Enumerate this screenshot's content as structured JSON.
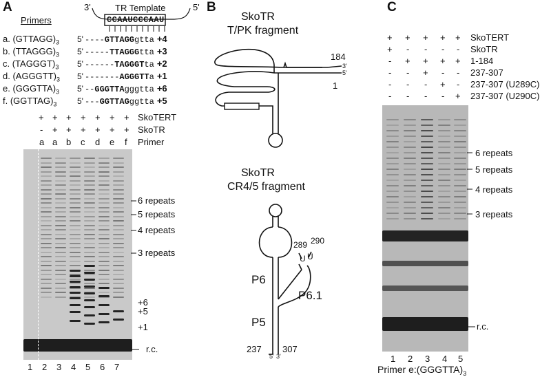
{
  "figure": {
    "panel_a": {
      "letter": "A",
      "primers_header": "Primers",
      "template_label": "TR Template",
      "template_end_left": "3'",
      "template_end_right": "5'",
      "template_seq": "CCAAUCCCAAU",
      "primers": [
        {
          "label": "a. (GTTAGG)",
          "sub": "3",
          "five": "5'",
          "dash": "----",
          "bold": "GTTAGG",
          "tail": "gtta",
          "offset": "+4"
        },
        {
          "label": "b. (TTAGGG)",
          "sub": "3",
          "five": "5'",
          "dash": "-----",
          "bold": "TTAGGG",
          "tail": "tta",
          "offset": "+3"
        },
        {
          "label": "c. (TAGGGT)",
          "sub": "3",
          "five": "5'",
          "dash": "------",
          "bold": "TAGGGT",
          "tail": "ta",
          "offset": "+2"
        },
        {
          "label": "d. (AGGGTT)",
          "sub": "3",
          "five": "5'",
          "dash": "-------",
          "bold": "AGGGTT",
          "tail": "a",
          "offset": "+1"
        },
        {
          "label": "e. (GGGTTA)",
          "sub": "3",
          "five": "5'",
          "dash": "--",
          "bold": "GGGTTA",
          "tail": "gggtta",
          "offset": "+6"
        },
        {
          "label": "f. (GGTTAG)",
          "sub": "3",
          "five": "5'",
          "dash": "---",
          "bold": "GGTTAG",
          "tail": "ggtta",
          "offset": "+5"
        }
      ],
      "rows": [
        {
          "label": "SkoTERT",
          "marks": [
            "+",
            "+",
            "+",
            "+",
            "+",
            "+",
            "+"
          ]
        },
        {
          "label": "SkoTR",
          "marks": [
            "-",
            "+",
            "+",
            "+",
            "+",
            "+",
            "+"
          ]
        },
        {
          "label": "Primer",
          "marks": [
            "a",
            "a",
            "b",
            "c",
            "d",
            "e",
            "f"
          ]
        }
      ],
      "repeat_labels": [
        "6 repeats",
        "5 repeats",
        "4 repeats",
        "3 repeats"
      ],
      "offset_labels": [
        "+6",
        "+5",
        "+1"
      ],
      "rc_label": "r.c.",
      "lanes": [
        "1",
        "2",
        "3",
        "4",
        "5",
        "6",
        "7"
      ]
    },
    "panel_b": {
      "letter": "B",
      "tpk_title_1": "SkoTR",
      "tpk_title_2": "T/PK fragment",
      "tpk_n184": "184",
      "tpk_n1": "1",
      "tpk_three": "3'",
      "tpk_five": "5'",
      "cr_title_1": "SkoTR",
      "cr_title_2": "CR4/5 fragment",
      "n289": "289",
      "n290": "290",
      "u_label": "U",
      "p6": "P6",
      "p61": "P6.1",
      "p5": "P5",
      "n237": "237",
      "n307": "307",
      "cr_five": "5'",
      "cr_three": "3'"
    },
    "panel_c": {
      "letter": "C",
      "rows": [
        {
          "label": "SkoTERT",
          "marks": [
            "+",
            "+",
            "+",
            "+",
            "+"
          ]
        },
        {
          "label": "SkoTR",
          "marks": [
            "+",
            "-",
            "-",
            "-",
            "-"
          ]
        },
        {
          "label": "1-184",
          "marks": [
            "-",
            "+",
            "+",
            "+",
            "+"
          ]
        },
        {
          "label": "237-307",
          "marks": [
            "-",
            "-",
            "+",
            "-",
            "-"
          ]
        },
        {
          "label": "237-307 (U289C)",
          "marks": [
            "-",
            "-",
            "-",
            "+",
            "-"
          ]
        },
        {
          "label": "237-307 (U290C)",
          "marks": [
            "-",
            "-",
            "-",
            "-",
            "+"
          ]
        }
      ],
      "repeat_labels": [
        "6 repeats",
        "5 repeats",
        "4 repeats",
        "3 repeats"
      ],
      "rc_label": "r.c.",
      "lanes": [
        "1",
        "2",
        "3",
        "4",
        "5"
      ],
      "primer_caption": "Primer e:(GGGTTA)",
      "primer_sub": "3"
    }
  }
}
